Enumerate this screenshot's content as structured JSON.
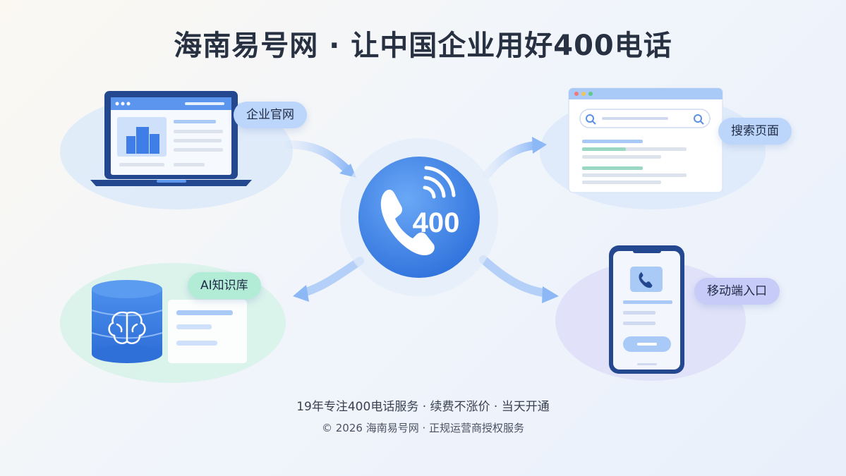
{
  "title": "海南易号网 · 让中国企业用好400电话",
  "hub": {
    "label": "400"
  },
  "nodes": {
    "website": {
      "label": "企业官网",
      "icon": "laptop-icon"
    },
    "search": {
      "label": "搜索页面",
      "icon": "browser-search-icon"
    },
    "knowledge": {
      "label": "AI知识库",
      "icon": "database-brain-icon"
    },
    "mobile": {
      "label": "移动端入口",
      "icon": "smartphone-icon"
    }
  },
  "footer": {
    "line1": "19年专注400电话服务 · 续费不涨价 · 当天开通",
    "line2": "© 2026 海南易号网 · 正规运营商授权服务"
  },
  "colors": {
    "primary": "#3f86ea",
    "dark_blue": "#24488f",
    "green_accent": "#b2ecd7",
    "purple_accent": "#c7cbf7"
  }
}
